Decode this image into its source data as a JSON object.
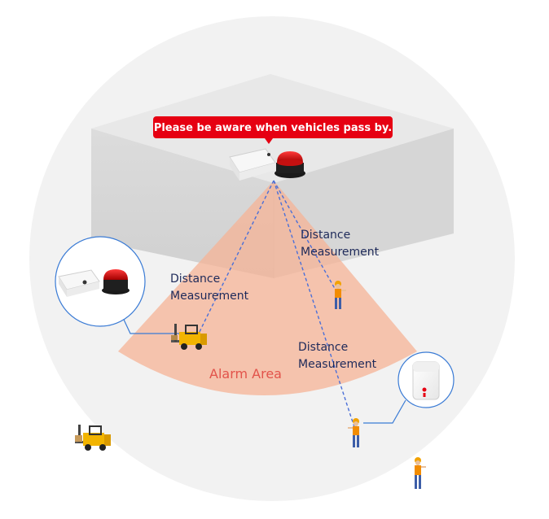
{
  "banner": {
    "text": "Please be aware when vehicles pass by.",
    "color": "#e60012"
  },
  "labels": {
    "distance_1_line1": "Distance",
    "distance_1_line2": "Measurement",
    "distance_2_line1": "Distance",
    "distance_2_line2": "Measurement",
    "distance_3_line1": "Distance",
    "distance_3_line2": "Measurement",
    "alarm_area": "Alarm Area"
  },
  "colors": {
    "alarm_zone": "#f6b89a",
    "measure_line": "#4a6fd8",
    "callout_line": "#3a7bd5",
    "background_circle": "#f0f0f0"
  },
  "icons": [
    "sensor-device-icon",
    "red-beacon-icon",
    "forklift-icon",
    "worker-icon",
    "wearable-tag-icon"
  ]
}
